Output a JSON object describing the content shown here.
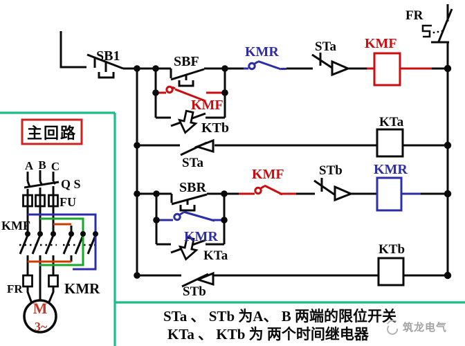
{
  "control": {
    "fr_top": "FR",
    "sb1": "SB1",
    "sbf": "SBF",
    "kmf_aux": "KMF",
    "ktb_nc": "KTb",
    "kmr_interlock": "KMR",
    "sta_nc": "STa",
    "kmf_coil": "KMF",
    "sta_no": "STa",
    "kta_coil": "KTa",
    "sbr": "SBR",
    "kmr_aux": "KMR",
    "kta_nc": "KTa",
    "kmf_interlock": "KMF",
    "stb_nc": "STb",
    "kmr_coil": "KMR",
    "stb_no": "STb",
    "ktb_coil": "KTb"
  },
  "main": {
    "title": "主回路",
    "phase_a": "A",
    "phase_b": "B",
    "phase_c": "C",
    "qs": "Q S",
    "fu": "FU",
    "kmf": "KMF",
    "kmr": "KMR",
    "fr": "FR",
    "motor": "M",
    "motor_phase": "3~"
  },
  "notes": {
    "line1": "STa 、 STb 为A、 B 两端的限位开关",
    "line2": "KTa 、 KTb 为 两个时间继电器"
  },
  "watermark": {
    "text": "筑龙电气"
  },
  "colors": {
    "black": "#0a0a0a",
    "red": "#cc0d0d",
    "blue": "#2d2da8",
    "wire_green": "#1aa52e",
    "wire_orange": "#cc3a00",
    "frame_teal": "#19bd8b",
    "box_red": "#cc2222",
    "motor_red": "#c0392b",
    "watermark_gray": "#a3a3a3"
  }
}
